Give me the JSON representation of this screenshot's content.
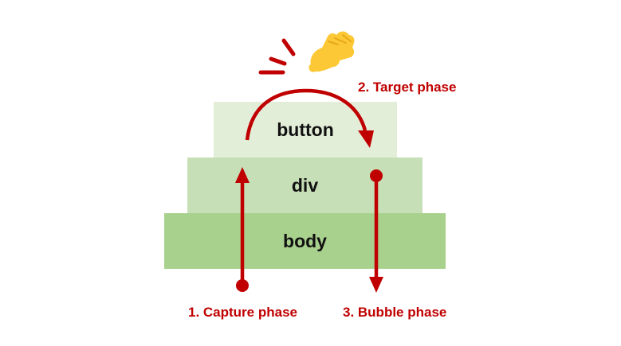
{
  "layers": {
    "button": {
      "label": "button",
      "fill": "#e3eed9"
    },
    "div": {
      "label": "div",
      "fill": "#c6dfb7"
    },
    "body": {
      "label": "body",
      "fill": "#a9d18e"
    }
  },
  "phases": {
    "capture": {
      "label": "1. Capture phase"
    },
    "target": {
      "label": "2. Target phase"
    },
    "bubble": {
      "label": "3. Bubble phase"
    }
  },
  "colors": {
    "accent": "#c00000",
    "hand": "#fdc835"
  },
  "icons": {
    "pointer": "pointing-hand-icon",
    "click": "click-burst-icon"
  }
}
